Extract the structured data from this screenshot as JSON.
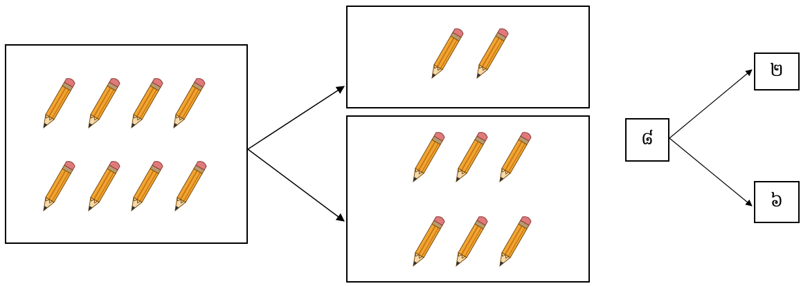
{
  "diagram": {
    "whole_group": {
      "pencil_count": 8
    },
    "part_groups": [
      {
        "pencil_count": 2
      },
      {
        "pencil_count": 6
      }
    ],
    "number_bond": {
      "whole": "៨",
      "parts": [
        "២",
        "៦"
      ]
    }
  },
  "icons": {
    "pencil": "pencil-icon",
    "arrow": "arrow-icon"
  },
  "colors": {
    "pencil_body": "#F2A533",
    "pencil_stripe": "#C97A12",
    "pencil_eraser": "#E07A7A",
    "pencil_band": "#B89A6E",
    "pencil_wood": "#F6D9A8",
    "pencil_lead": "#333333",
    "line": "#000000"
  }
}
